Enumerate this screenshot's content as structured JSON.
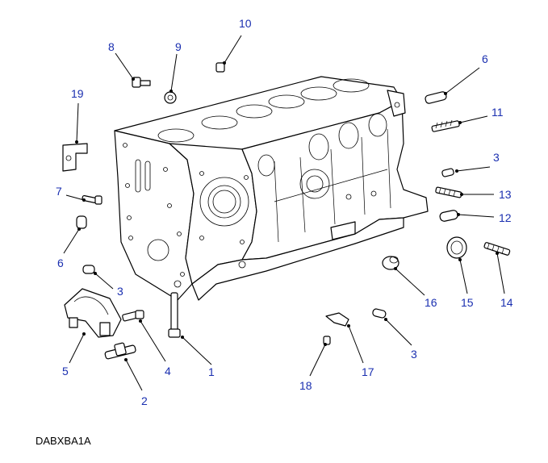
{
  "diagram": {
    "title": "Engine cylinder block exploded parts view",
    "reference_code": "DABXBA1A",
    "callout_color": "#1a2fb0",
    "callouts": [
      "1",
      "2",
      "3",
      "3",
      "3",
      "4",
      "5",
      "6",
      "6",
      "7",
      "8",
      "9",
      "10",
      "11",
      "12",
      "13",
      "14",
      "15",
      "16",
      "17",
      "18",
      "19"
    ]
  }
}
